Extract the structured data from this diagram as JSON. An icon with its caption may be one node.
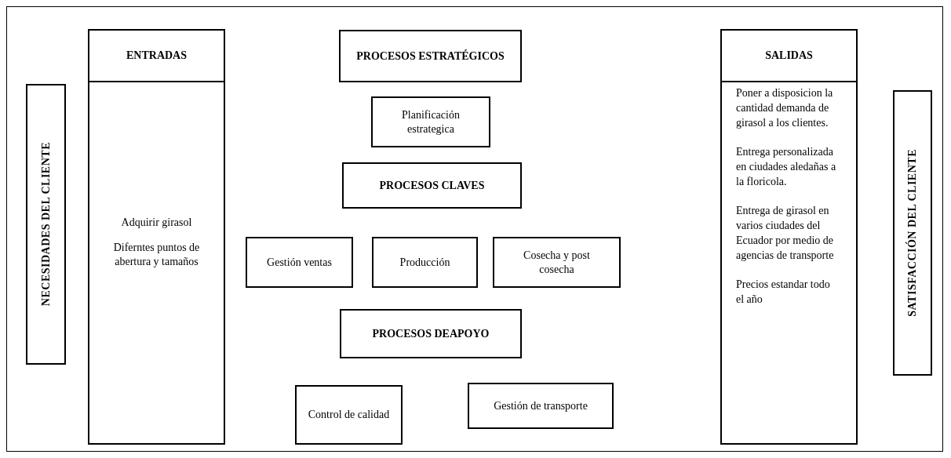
{
  "diagram": {
    "nodes": [
      {
        "text": [
          "NECESIDADES DEL CLIENTE"
        ]
      },
      {
        "text": [
          "ENTRADAS"
        ]
      },
      {
        "text": [
          "Adquirir girasol",
          "Diferntes puntos de abertura y tamaños"
        ]
      },
      {
        "text": [
          "PROCESOS ESTRATÉGICOS"
        ]
      },
      {
        "text": [
          "Planificación estrategica"
        ]
      },
      {
        "text": [
          "PROCESOS CLAVES"
        ]
      },
      {
        "text": [
          "Gestión ventas"
        ]
      },
      {
        "text": [
          "Producción"
        ]
      },
      {
        "text": [
          "Cosecha y post cosecha"
        ]
      },
      {
        "text": [
          "PROCESOS DEAPOYO"
        ]
      },
      {
        "text": [
          "Control de calidad"
        ]
      },
      {
        "text": [
          "Gestión de transporte"
        ]
      },
      {
        "text": [
          "SALIDAS"
        ]
      },
      {
        "text": [
          "Poner a disposicion la cantidad demanda de girasol a los clientes.",
          "Entrega personalizada en ciudades aledañas a la floricola.",
          "Entrega de girasol en varios ciudades del Ecuador por medio de agencias de transporte",
          "Precios estandar todo el año"
        ]
      },
      {
        "text": [
          "SATISFACCIÓN DEL CLIENTE"
        ]
      }
    ]
  }
}
